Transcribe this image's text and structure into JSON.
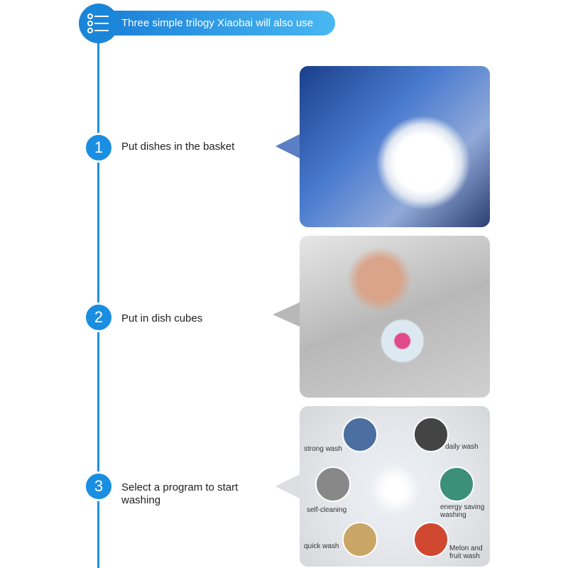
{
  "header": {
    "title": "Three simple trilogy Xiaobai will also use",
    "icon": "list-icon"
  },
  "steps": [
    {
      "number": "1",
      "text": "Put dishes in the basket"
    },
    {
      "number": "2",
      "text": "Put in dish cubes"
    },
    {
      "number": "3",
      "text": "Select a program to start washing"
    }
  ],
  "programs": [
    "strong wash",
    "daily wash",
    "self-cleaning",
    "energy saving washing",
    "quick wash",
    "Melon and fruit wash"
  ],
  "colors": {
    "accent": "#1a8ee0"
  }
}
